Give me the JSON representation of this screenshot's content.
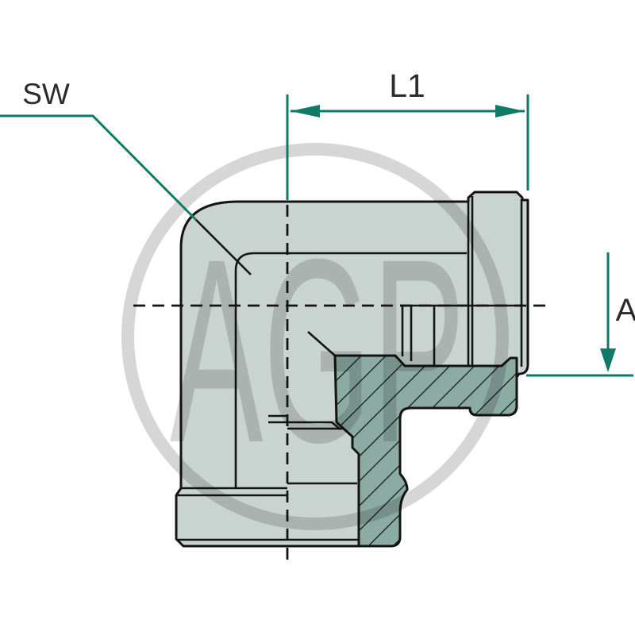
{
  "drawing": {
    "title": "90-degree elbow fitting technical drawing",
    "labels": {
      "sw": "SW",
      "l1": "L1",
      "a": "A"
    },
    "watermark": "AGP"
  },
  "colors": {
    "dimension_teal": "#0f7a66",
    "body_fill": "#c9d4d0",
    "section_fill": "#8caca3",
    "outline": "#141414",
    "watermark_gray": "#d6d6d6",
    "label_text": "#2b2b2b",
    "background": "#ffffff"
  }
}
